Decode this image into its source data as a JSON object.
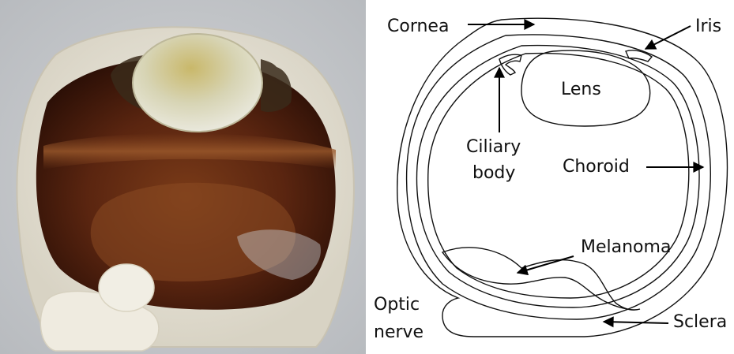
{
  "figure": {
    "photo": {
      "subject": "sectioned eye specimen"
    },
    "diagram": {
      "labels": {
        "cornea": "Cornea",
        "iris": "Iris",
        "lens": "Lens",
        "ciliary_1": "Ciliary",
        "ciliary_2": "body",
        "choroid": "Choroid",
        "melanoma": "Melanoma",
        "optic_1": "Optic",
        "optic_2": "nerve",
        "sclera": "Sclera"
      }
    }
  }
}
